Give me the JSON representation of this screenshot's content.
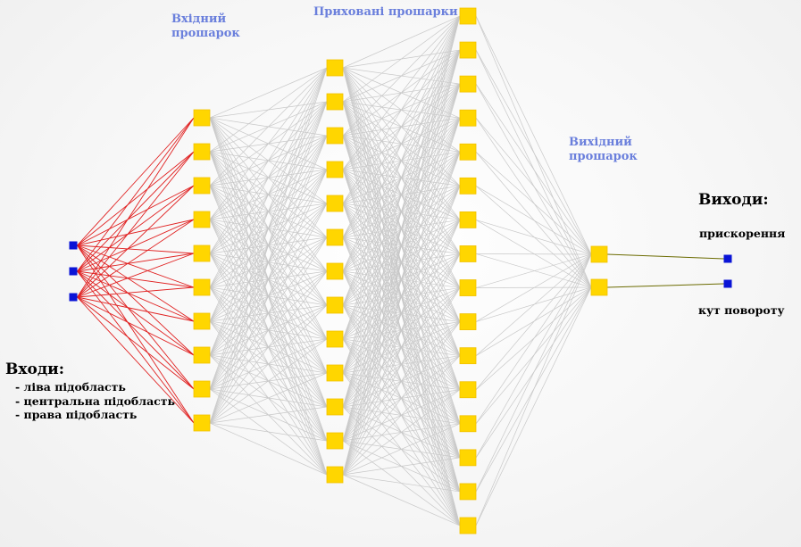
{
  "labels": {
    "input_layer": "Вхідний\nпрошарок",
    "hidden_layers": "Приховані прошарки",
    "output_layer": "Вихідний\nпрошарок",
    "inputs_title": "Входи:",
    "inputs_items": [
      "- ліва підобласть",
      "- центральна підобласть",
      "- права підобласть"
    ],
    "outputs_title": "Виходи:",
    "outputs_items": [
      "прискорення",
      "кут повороту"
    ]
  },
  "network": {
    "layer_sizes": [
      3,
      10,
      13,
      16,
      2,
      2
    ],
    "colors": {
      "io_node": "#0a14d6",
      "layer_node": "#ffd600",
      "layer_node_border": "#f2c200",
      "input_edges": "#e02020",
      "hidden_edges": "#c8c8c8",
      "output_edges": "#6b6b00"
    }
  }
}
